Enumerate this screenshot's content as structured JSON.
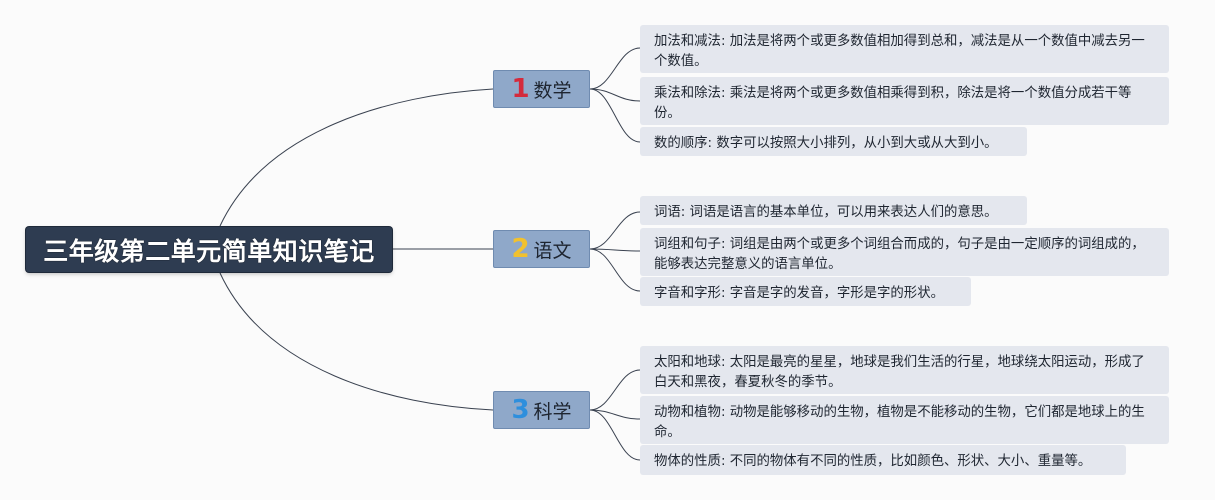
{
  "colors": {
    "root_bg": "#2e3c51",
    "branch_bg": "#8fa8c9",
    "leaf_bg": "#e4e7ee",
    "line": "#3a4250",
    "num_1": "#d42a3c",
    "num_2": "#f2c12e",
    "num_3": "#2e8fdd"
  },
  "root": {
    "title": "三年级第二单元简单知识笔记"
  },
  "branches": [
    {
      "number": "1",
      "label": "数学",
      "items": [
        "加法和减法: 加法是将两个或更多数值相加得到总和，减法是从一个数值中减去另一个数值。",
        "乘法和除法: 乘法是将两个或更多数值相乘得到积，除法是将一个数值分成若干等份。",
        "数的顺序: 数字可以按照大小排列，从小到大或从大到小。"
      ]
    },
    {
      "number": "2",
      "label": "语文",
      "items": [
        "词语: 词语是语言的基本单位，可以用来表达人们的意思。",
        "词组和句子: 词组是由两个或更多个词组合而成的，句子是由一定顺序的词组成的，能够表达完整意义的语言单位。",
        "字音和字形: 字音是字的发音，字形是字的形状。"
      ]
    },
    {
      "number": "3",
      "label": "科学",
      "items": [
        "太阳和地球: 太阳是最亮的星星，地球是我们生活的行星，地球绕太阳运动，形成了白天和黑夜，春夏秋冬的季节。",
        "动物和植物: 动物是能够移动的生物，植物是不能移动的生物，它们都是地球上的生命。",
        "物体的性质: 不同的物体有不同的性质，比如颜色、形状、大小、重量等。"
      ]
    }
  ]
}
